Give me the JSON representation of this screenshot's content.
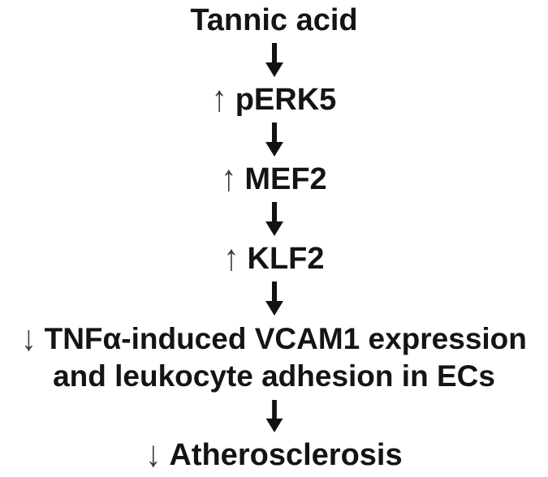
{
  "diagram": {
    "type": "pathway-flowchart",
    "colors": {
      "background": "#ffffff",
      "text": "#141414",
      "thick_arrow": "#121212",
      "thin_arrow": "#3a3a3a"
    },
    "icons": {
      "connector": "thick-down-arrow",
      "increase_symbol": "↑",
      "decrease_symbol": "↓"
    },
    "nodes": [
      {
        "symbol": "",
        "label": "Tannic acid"
      },
      {
        "symbol": "↑",
        "label": "pERK5"
      },
      {
        "symbol": "↑",
        "label": "MEF2"
      },
      {
        "symbol": "↑",
        "label": "KLF2"
      },
      {
        "symbol": "↓",
        "label": "TNFα-induced VCAM1 expression and leukocyte adhesion in ECs"
      },
      {
        "symbol": "↓",
        "label": "Atherosclerosis"
      }
    ]
  }
}
